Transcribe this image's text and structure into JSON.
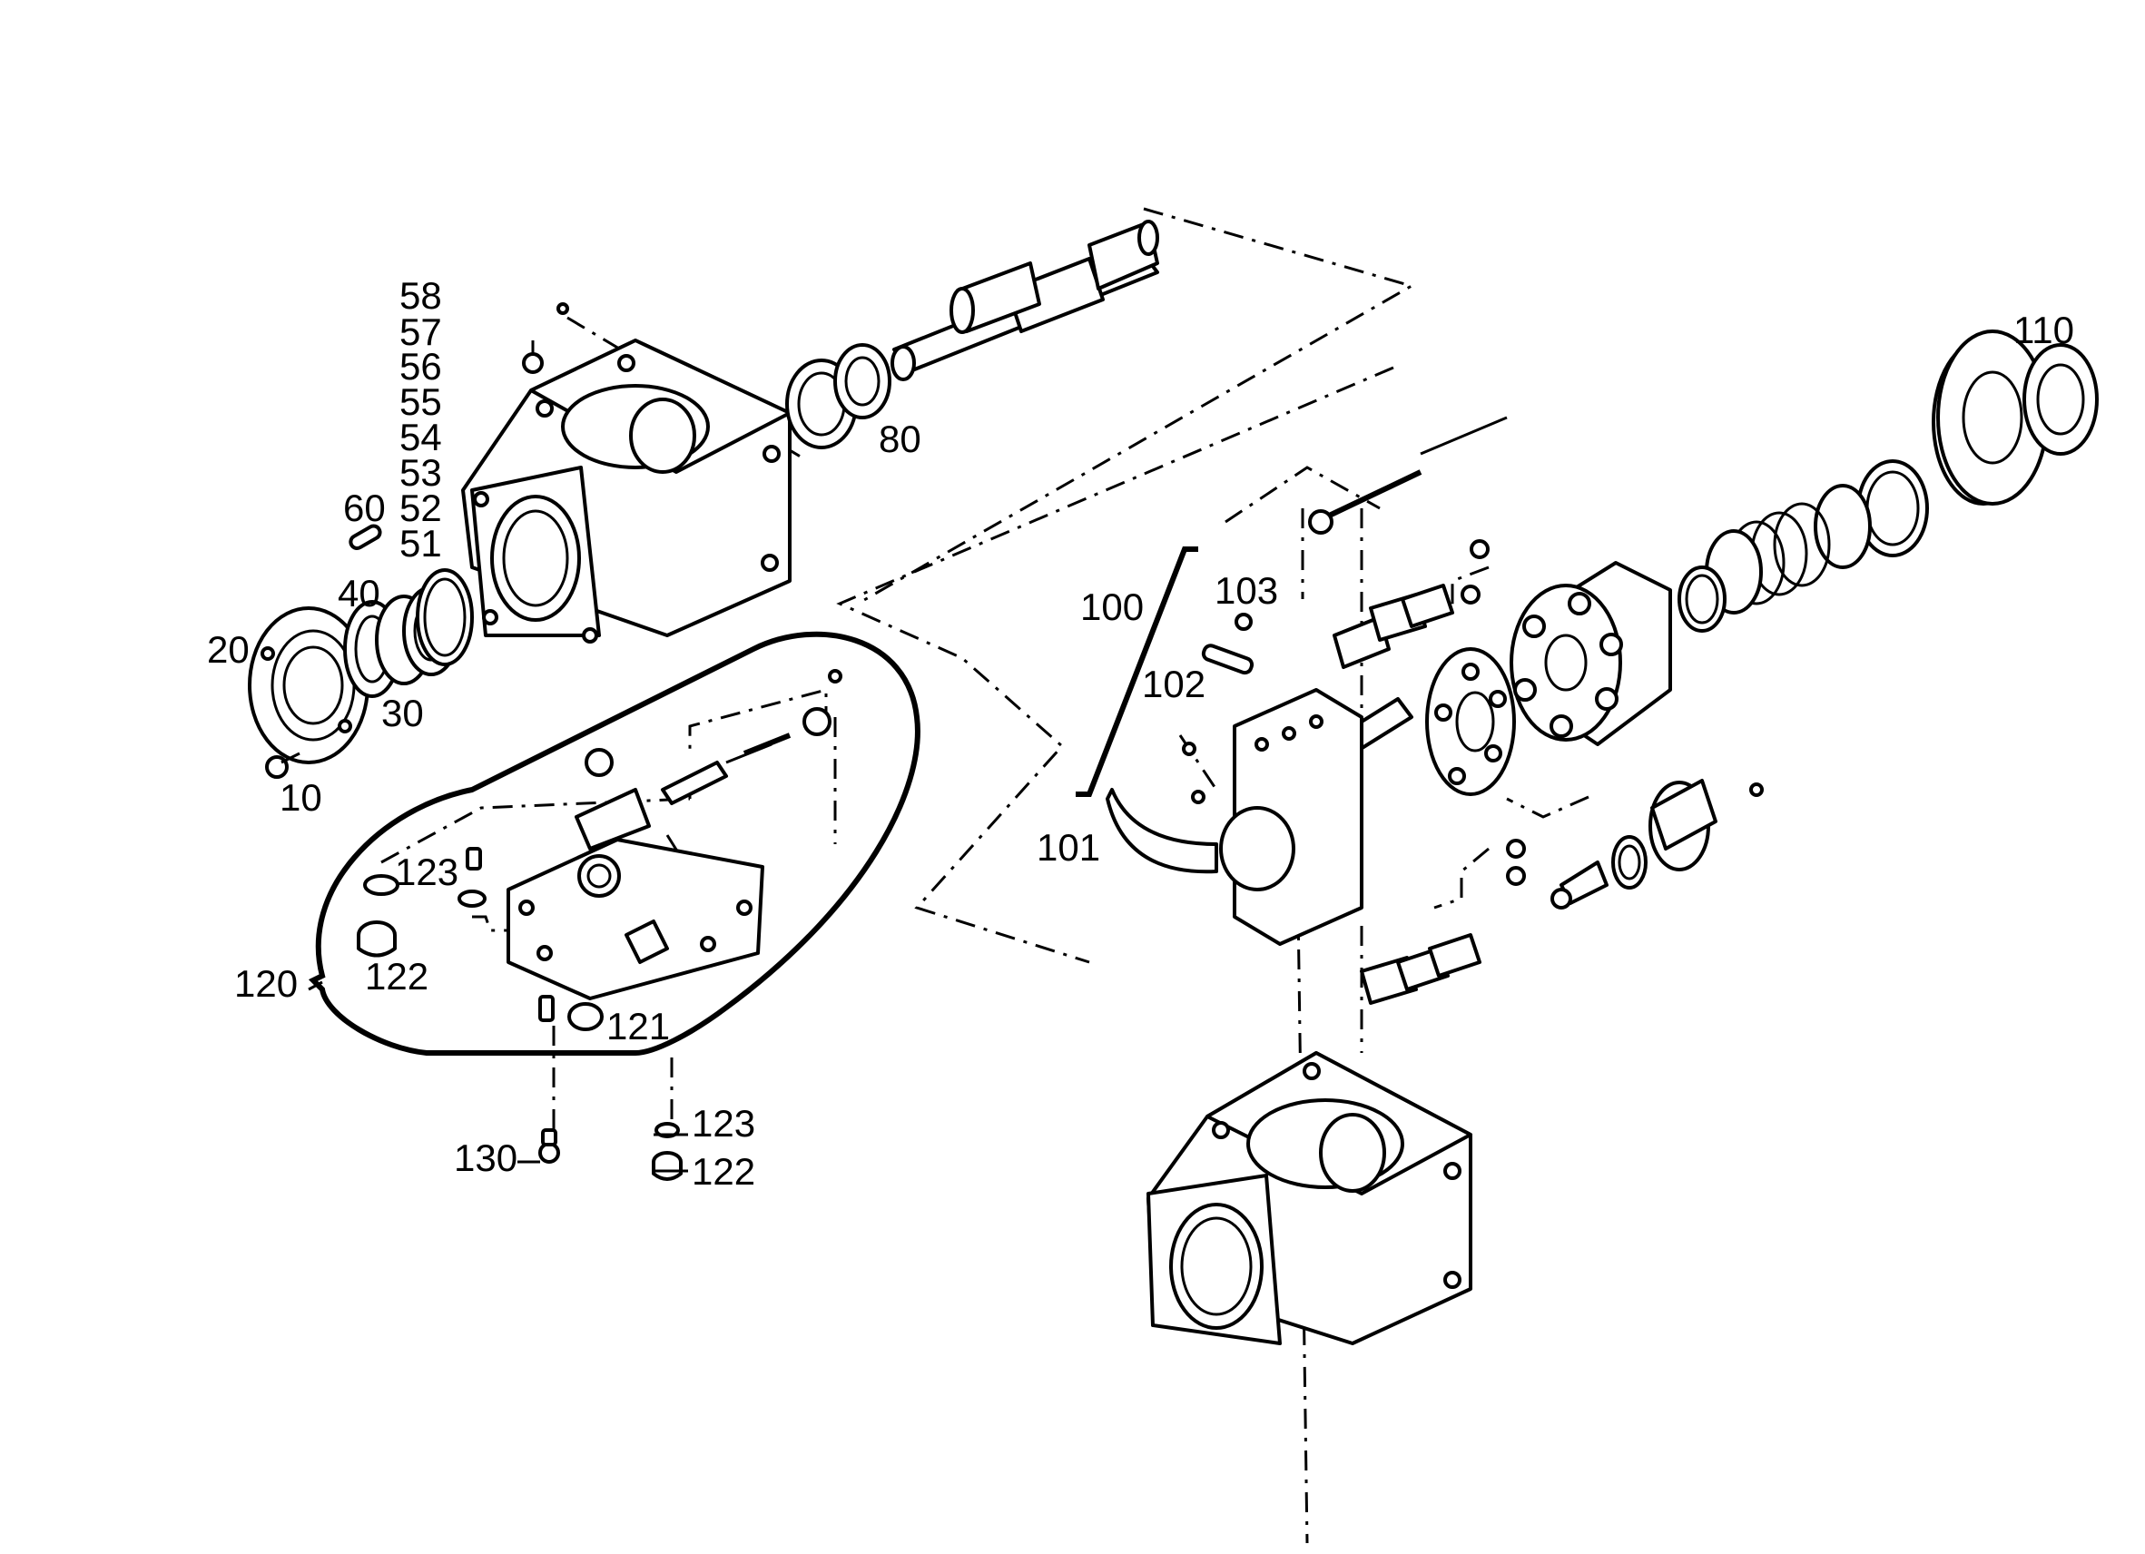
{
  "labels": {
    "l58": "58",
    "l57": "57",
    "l56": "56",
    "l55": "55",
    "l54": "54",
    "l53": "53",
    "l52": "52",
    "l51": "51",
    "l60": "60",
    "l40": "40",
    "l20": "20",
    "l30": "30",
    "l10": "10",
    "l80": "80",
    "l110": "110",
    "l100": "100",
    "l103": "103",
    "l102": "102",
    "l101": "101",
    "l123a": "123",
    "l122a": "122",
    "l120": "120",
    "l121": "121",
    "l123b": "123",
    "l122b": "122",
    "l130": "130"
  },
  "colors": {
    "ink": "#000000",
    "paper": "#ffffff"
  }
}
